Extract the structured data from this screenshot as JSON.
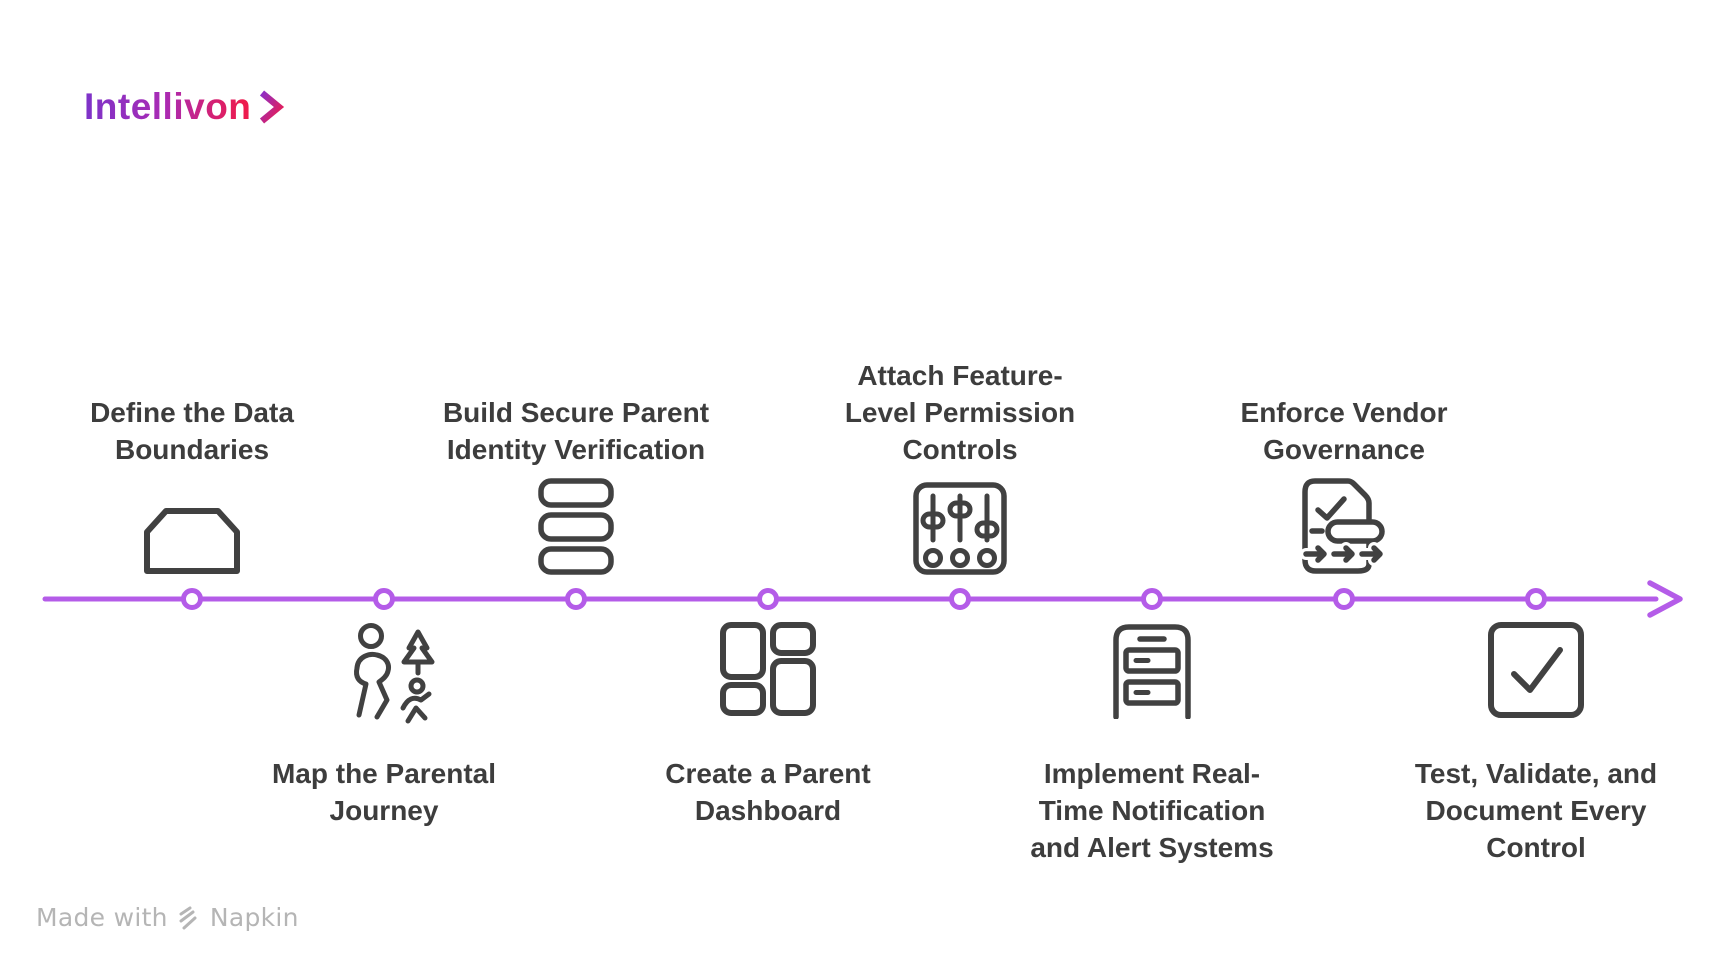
{
  "logo": {
    "text": "Intellivon",
    "chevron_icon": "chevron-right-icon"
  },
  "colors": {
    "timeline_purple": "#b45ce8",
    "icon_stroke": "#414141",
    "label_text": "#3d3d3d",
    "logo_gradient_start": "#7d33c9",
    "logo_gradient_end": "#ed1b4e",
    "watermark_gray": "#b5b5b5"
  },
  "timeline": {
    "type": "horizontal-arrow",
    "node_count": 8,
    "direction": "left-to-right"
  },
  "milestones": [
    {
      "name": "define-the-data-boundaries",
      "position": "above",
      "icon": "data-boundary-icon",
      "label": "Define the Data Boundaries",
      "lines": [
        "Define the Data",
        "Boundaries"
      ]
    },
    {
      "name": "map-the-parental-journey",
      "position": "below",
      "icon": "parental-journey-icon",
      "label": "Map the Parental Journey",
      "lines": [
        "Map the Parental",
        "Journey"
      ]
    },
    {
      "name": "build-secure-parent-identity-verification",
      "position": "above",
      "icon": "identity-stack-icon",
      "label": "Build Secure Parent Identity Verification",
      "lines": [
        "Build Secure Parent",
        "Identity Verification"
      ]
    },
    {
      "name": "create-a-parent-dashboard",
      "position": "below",
      "icon": "dashboard-icon",
      "label": "Create a Parent Dashboard",
      "lines": [
        "Create a Parent",
        "Dashboard"
      ]
    },
    {
      "name": "attach-feature-level-permission-controls",
      "position": "above",
      "icon": "sliders-icon",
      "label": "Attach Feature-Level Permission Controls",
      "lines": [
        "Attach Feature-",
        "Level Permission",
        "Controls"
      ]
    },
    {
      "name": "implement-real-time-notification-and-alert-systems",
      "position": "below",
      "icon": "server-notification-icon",
      "label": "Implement Real-Time Notification and Alert Systems",
      "lines": [
        "Implement Real-",
        "Time Notification",
        "and Alert Systems"
      ]
    },
    {
      "name": "enforce-vendor-governance",
      "position": "above",
      "icon": "governance-document-icon",
      "label": "Enforce Vendor Governance",
      "lines": [
        "Enforce Vendor",
        "Governance"
      ]
    },
    {
      "name": "test-validate-and-document-every-control",
      "position": "below",
      "icon": "checkbox-check-icon",
      "label": "Test, Validate, and Document Every Control",
      "lines": [
        "Test, Validate, and",
        "Document Every",
        "Control"
      ]
    }
  ],
  "watermark": {
    "prefix": "Made with",
    "logo_icon": "napkin-logo-icon",
    "brand": "Napkin"
  }
}
